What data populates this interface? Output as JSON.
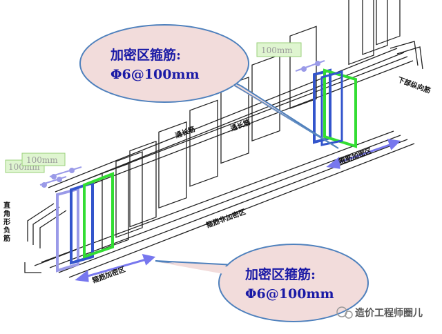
{
  "callouts": {
    "top": {
      "line1": "加密区箍筋:",
      "line2": "Φ6@100mm"
    },
    "bottom": {
      "line1": "加密区箍筋:",
      "line2": "Φ6@100mm"
    }
  },
  "dimensions": {
    "left_lower": "100mm",
    "left_upper": "100mm",
    "right": "100mm"
  },
  "labels": {
    "straight_bar_left": "直角形负筋",
    "through_bar_1": "通长筋",
    "through_bar_2": "通长筋",
    "bottom_longitudinal": "下部纵向筋",
    "non_dense_zone": "箍筋非加密区",
    "dense_zone_left": "箍筋加密区",
    "dense_zone_right": "箍筋加密区"
  },
  "watermark": {
    "text": "造价工程师圈儿"
  },
  "colors": {
    "callout_fill": "#f2dcdb",
    "callout_stroke": "#4f81bd",
    "green_stirrup": "#33dd33",
    "blue_stirrup": "#3355cc",
    "arrow": "#7777ee",
    "rebar": "#222222"
  }
}
